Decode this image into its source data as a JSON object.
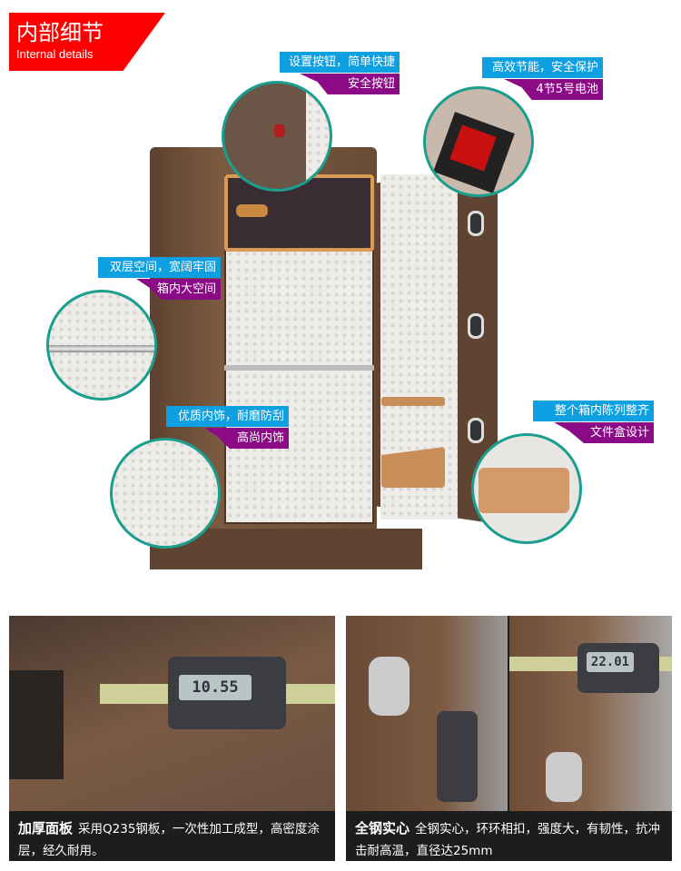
{
  "header": {
    "title_cn": "内部细节",
    "title_en": "Internal details"
  },
  "callouts": [
    {
      "title": "设置按钮，简单快捷",
      "sub": "安全按钮"
    },
    {
      "title": "高效节能，安全保护",
      "sub": "4节5号电池"
    },
    {
      "title": "双层空间，宽阔牢固",
      "sub": "箱内大空间"
    },
    {
      "title": "优质内饰，耐磨防刮",
      "sub": "高尚内饰"
    },
    {
      "title": "整个箱内陈列整齐",
      "sub": "文件盒设计"
    }
  ],
  "panels": [
    {
      "heading": "加厚面板",
      "text": "采用Q235钢板，一次性加工成型，高密度涂层，经久耐用。",
      "readout": "10.55"
    },
    {
      "heading": "全钢实心",
      "text": "全钢实心，环环相扣，强度大，有韧性，抗冲击耐高温，直径达25mm",
      "readout": "22.01"
    }
  ],
  "colors": {
    "red": "#ff0000",
    "blue": "#0ea0e0",
    "purple": "#8b0a85",
    "teal": "#1a9e8e",
    "brown": "#6e4f38"
  }
}
